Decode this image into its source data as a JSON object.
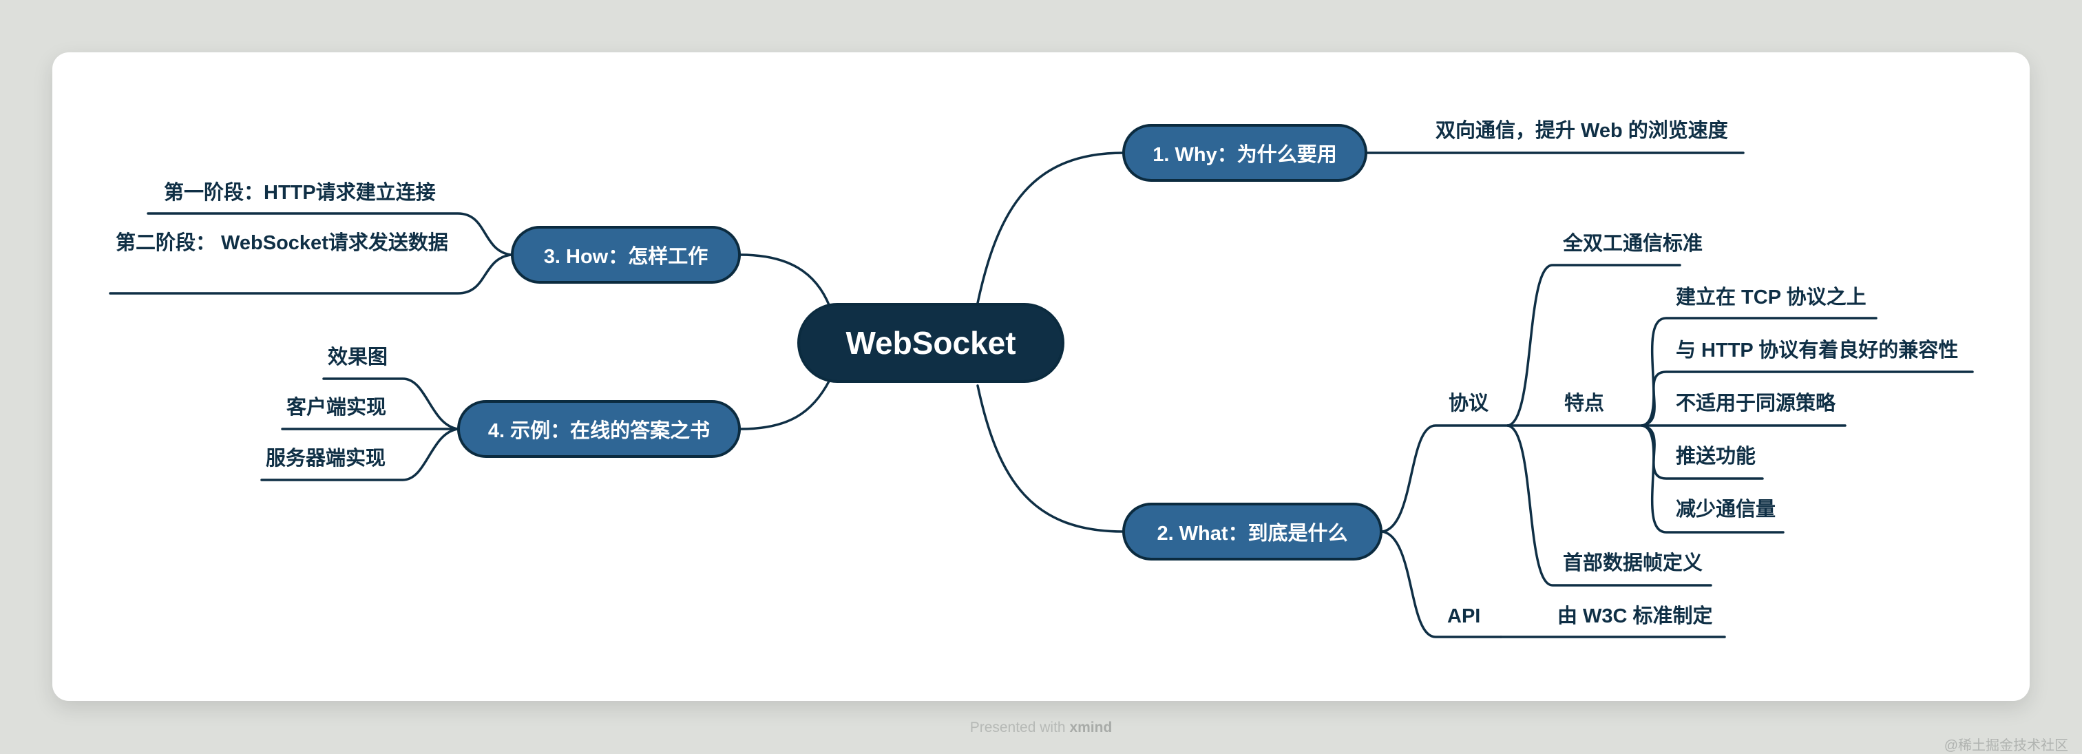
{
  "mindmap": {
    "root": "WebSocket",
    "why": {
      "label": "1. Why：为什么要用",
      "detail": "双向通信，提升 Web 的浏览速度"
    },
    "what": {
      "label": "2. What：到底是什么",
      "protocol": {
        "label": "协议",
        "standard": "全双工通信标准",
        "features": {
          "label": "特点",
          "items": [
            "建立在 TCP 协议之上",
            "与 HTTP 协议有着良好的兼容性",
            "不适用于同源策略",
            "推送功能",
            "减少通信量"
          ]
        },
        "header": "首部数据帧定义"
      },
      "api": {
        "label": "API",
        "detail": "由 W3C 标准制定"
      }
    },
    "how": {
      "label": "3. How：怎样工作",
      "stage1": "第一阶段：HTTP请求建立连接",
      "stage2": "第二阶段： WebSocket请求发送数据"
    },
    "example": {
      "label": "4. 示例：在线的答案之书",
      "items": [
        "效果图",
        "客户端实现",
        "服务器端实现"
      ]
    }
  },
  "footer": {
    "presented_with": "Presented with",
    "brand": "xmind"
  },
  "watermark": "@稀土掘金技术社区",
  "colors": {
    "background": "#dddfdb",
    "card": "#ffffff",
    "center_node": "#0f2f45",
    "branch_node": "#2f6695",
    "line": "#0f2f45"
  }
}
